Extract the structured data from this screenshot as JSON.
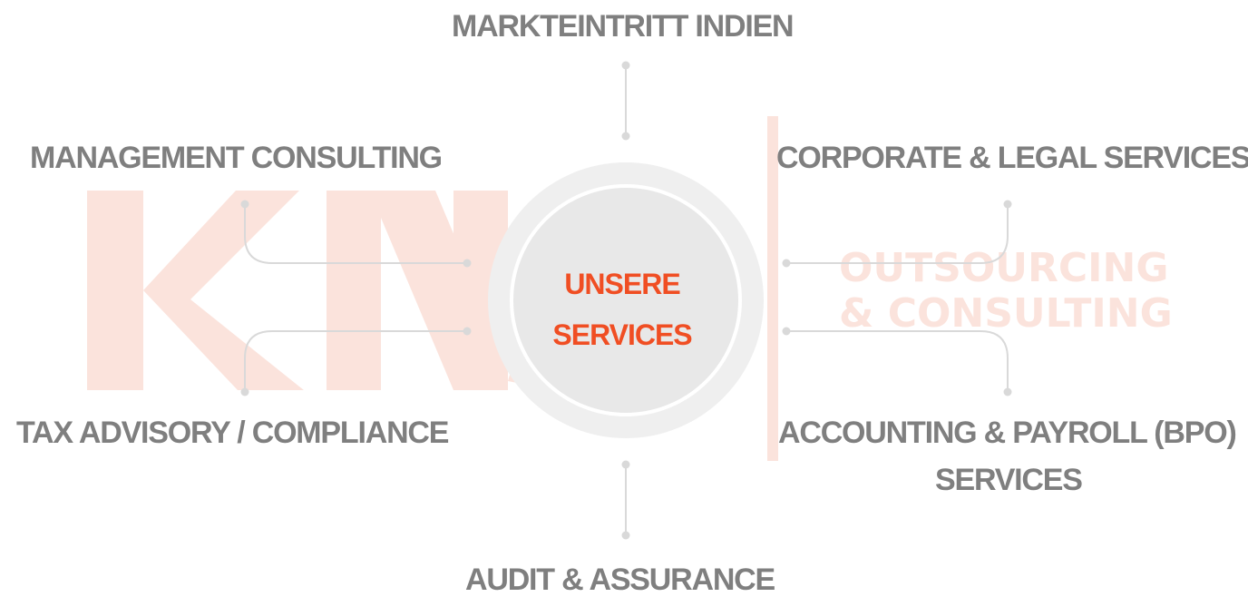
{
  "watermark": {
    "logo_letters": "KNA",
    "tagline_line1": "OUTSOURCING",
    "tagline_line2": "& CONSULTING",
    "color": "#f4c0b0"
  },
  "center": {
    "line1": "UNSERE",
    "line2": "SERVICES",
    "text_color": "#f04e23",
    "fill_color": "#e8e8e8",
    "ring_color": "#efefef"
  },
  "services": {
    "top": "MARKTEINTRITT INDIEN",
    "top_left": "MANAGEMENT CONSULTING",
    "top_right": "CORPORATE & LEGAL SERVICES",
    "bottom_left": "TAX ADVISORY / COMPLIANCE",
    "bottom_right_line1": "ACCOUNTING & PAYROLL (BPO)",
    "bottom_right_line2": "SERVICES",
    "bottom": "AUDIT & ASSURANCE"
  },
  "colors": {
    "label_text": "#7f7f7f",
    "connector": "#d9d9d9"
  }
}
